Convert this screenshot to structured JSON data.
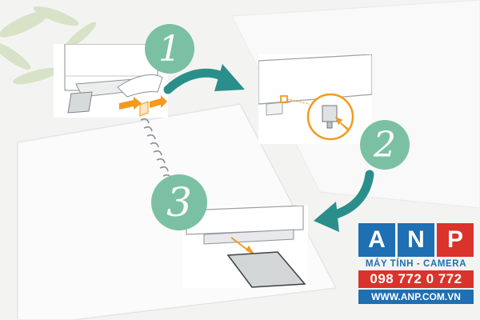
{
  "steps": [
    {
      "number": "1"
    },
    {
      "number": "2"
    },
    {
      "number": "3"
    }
  ],
  "logo": {
    "letters": [
      "A",
      "N",
      "P"
    ],
    "tagline": "MÁY TÍNH - CAMERA",
    "phone": "098 772 0 772",
    "website": "WWW.ANP.COM.VN"
  },
  "colors": {
    "badge": "#7cc0a4",
    "arrow": "#2a8f8a",
    "highlight": "#f39a1e",
    "logo_blue": "#1e6fb3",
    "logo_red": "#d9332b"
  }
}
